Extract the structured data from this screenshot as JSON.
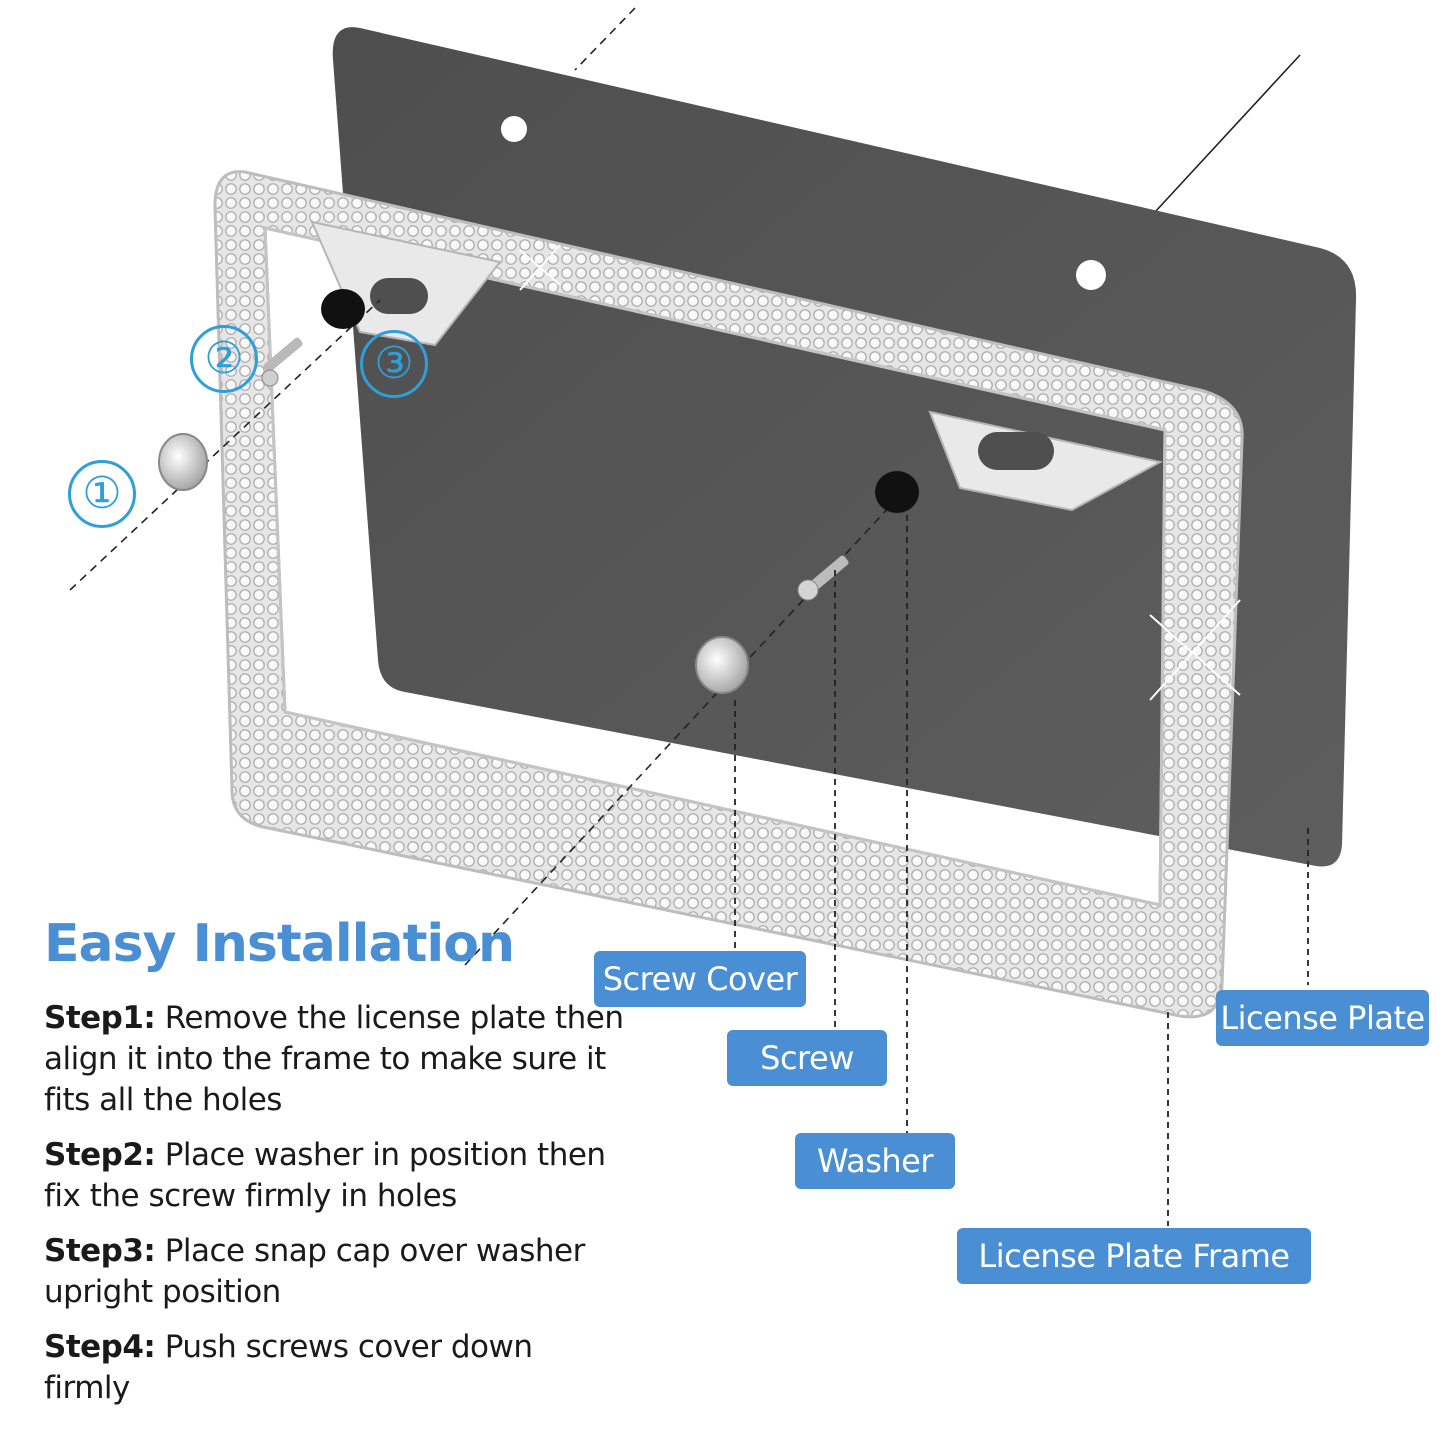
{
  "title": "Easy Installation",
  "steps": [
    {
      "label": "Step1:",
      "text": "Remove the license plate then align it into the frame to make sure it fits all the holes"
    },
    {
      "label": "Step2:",
      "text": "Place washer in position then fix the screw firmly in holes"
    },
    {
      "label": "Step3:",
      "text": "Place snap cap over washer upright position"
    },
    {
      "label": "Step4:",
      "text": "Push screws cover down firmly"
    }
  ],
  "callouts": {
    "screw_cover": "Screw Cover",
    "screw": "Screw",
    "washer": "Washer",
    "license_plate": "License Plate",
    "license_plate_frame": "License Plate Frame"
  },
  "markers": [
    "①",
    "②",
    "③"
  ],
  "colors": {
    "accent_blue": "#4a8fd4",
    "marker_blue": "#2e9fd8",
    "plate_gray": "#555555",
    "frame_silver": "#d9d9d9"
  }
}
